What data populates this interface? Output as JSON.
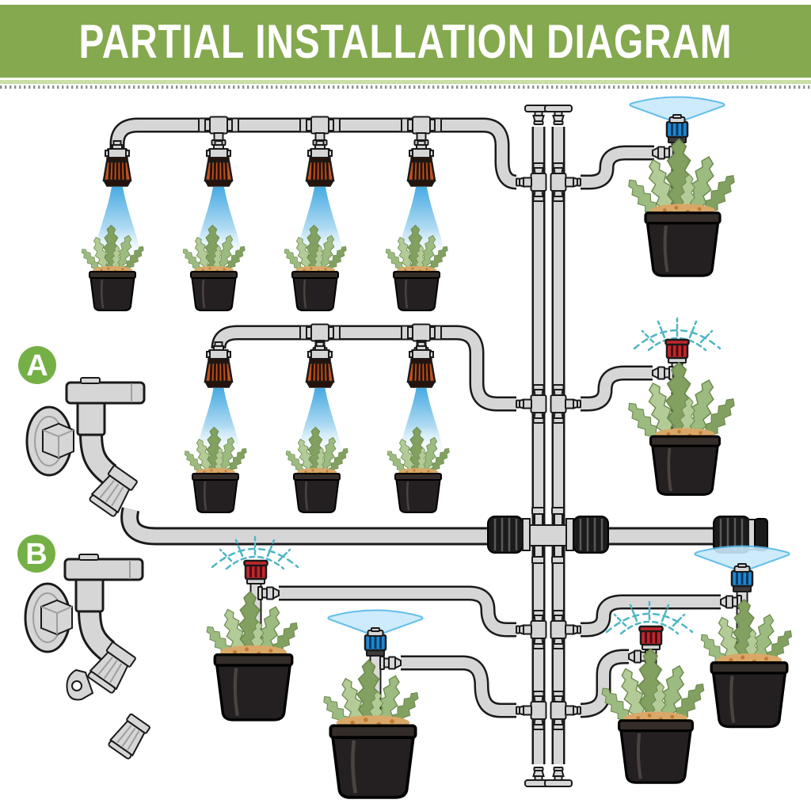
{
  "banner": {
    "title": "PARTIAL INSTALLATION DIAGRAM"
  },
  "labels": {
    "section_a": "A",
    "section_b": "B"
  },
  "colors": {
    "banner_green": "#84A94E",
    "banner_line": "#C9DFA4",
    "title_text": "#FFFFFF",
    "label_green": "#74B045",
    "pipe_fill": "#D6D6D6",
    "pipe_outline": "#1A1A1A",
    "metal_gray": "#D6D6D6",
    "metal_dark": "#9E9E9E",
    "fitting_black": "#1B1B1B",
    "fitting_rib": "#5A5A5A",
    "mister_orange": "#C4531D",
    "mister_dark": "#26120A",
    "spray_cone": "#3EA6E0",
    "spray_fan_fill": "#C8E9FA",
    "spray_fan_stroke": "#53B7EA",
    "spray_teal": "#4FB6C6",
    "sprinkler_blue": "#1E88D2",
    "sprinkler_red": "#C1272D",
    "riser_gray": "#D9D9D9",
    "pot_black": "#242021",
    "pot_rim": "#332C28",
    "soil_tan": "#D9A868",
    "soil_speck": "#C07A35",
    "cactus_base": "#9CBB80",
    "cactus_dark": "#82A161",
    "cactus_light": "#B3CB97"
  }
}
